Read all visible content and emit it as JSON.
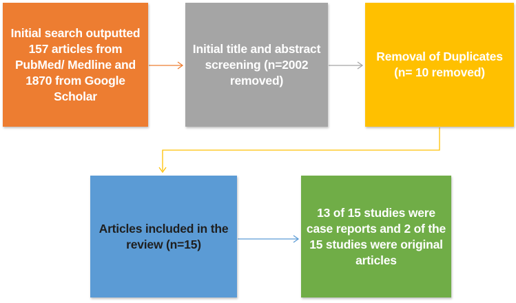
{
  "flowchart": {
    "boxes": [
      {
        "id": "initial-search",
        "text": "Initial search outputted\n157 articles from\nPubMed/ Medline and\n1870 from Google Scholar",
        "color": "#ED7D31",
        "text_color": "#ffffff"
      },
      {
        "id": "title-abstract-screening",
        "text": "Initial title and abstract\nscreening (n=2002\nremoved)",
        "color": "#A5A5A5",
        "text_color": "#ffffff"
      },
      {
        "id": "duplicates-removal",
        "text": "Removal of Duplicates\n(n= 10 removed)",
        "color": "#FFC000",
        "text_color": "#ffffff"
      },
      {
        "id": "articles-included",
        "text": "Articles included in the\nreview (n=15)",
        "color": "#5B9BD5",
        "text_color": "#1f1f1f"
      },
      {
        "id": "study-types",
        "text": "13 of 15 studies were\ncase reports and 2 of the\n15 studies were original\narticles",
        "color": "#70AD47",
        "text_color": "#ffffff"
      }
    ],
    "connector_colors": {
      "search_to_screening": "#ED7D31",
      "screening_to_duplicates": "#A5A5A5",
      "duplicates_to_included": "#FFC000",
      "included_to_types": "#5B9BD5"
    }
  }
}
